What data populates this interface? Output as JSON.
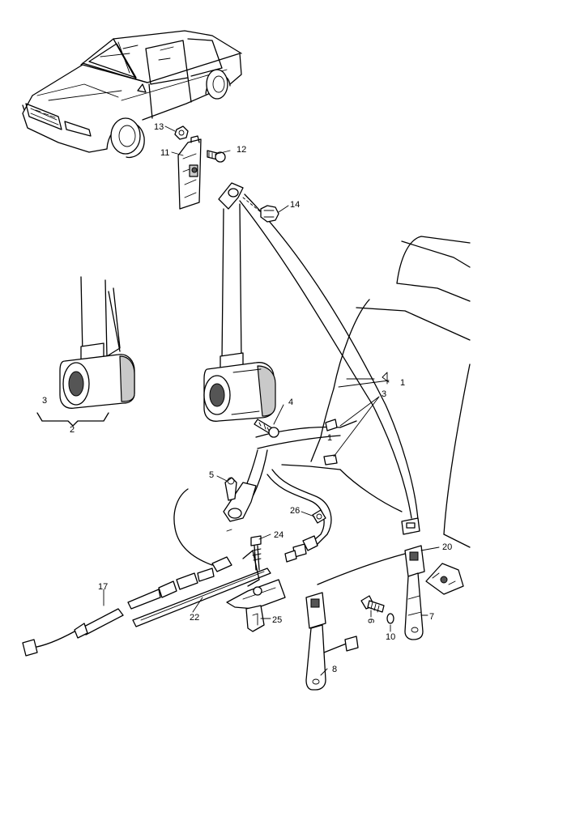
{
  "callouts": {
    "c1": "1",
    "c1b": "1",
    "c2": "2",
    "c3": "3",
    "c3b": "3",
    "c4": "4",
    "c5": "5",
    "c7": "7",
    "c8": "8",
    "c9": "9",
    "c10": "10",
    "c11": "11",
    "c12": "12",
    "c13": "13",
    "c14": "14",
    "c17": "17",
    "c20": "20",
    "c22": "22",
    "c24": "24",
    "c25": "25",
    "c26": "26"
  }
}
